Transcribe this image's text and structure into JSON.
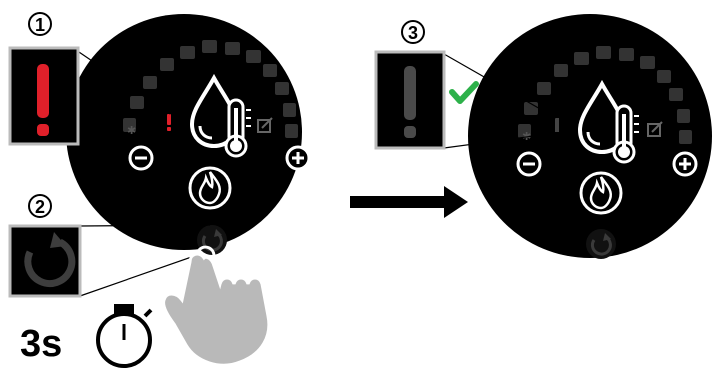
{
  "steps": [
    "①",
    "②",
    "③"
  ],
  "hold_time_label": "3s",
  "icons": {
    "alert": "exclamation-icon",
    "reset": "reset-arrow-icon",
    "confirm": "check-icon",
    "flame": "flame-button-icon",
    "water_temp": "water-temperature-icon",
    "minus": "minus-icon",
    "plus": "plus-icon",
    "timer": "stopwatch-icon",
    "hand": "hand-pointer-icon",
    "arrow": "right-arrow-icon"
  },
  "colors": {
    "alert_red": "#e0202a",
    "confirm_green": "#2db14a",
    "panel": "#000000",
    "segment": "#3a3a3a",
    "hand": "#b9b9b9"
  }
}
